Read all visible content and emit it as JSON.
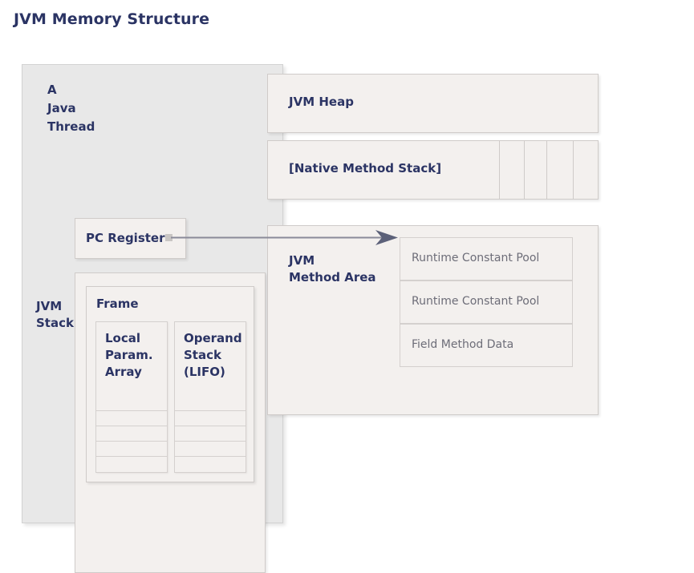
{
  "page": {
    "title": "JVM Memory Structure",
    "title_color": "#2b3464",
    "background": "#ffffff",
    "panel_color": "#e8e8e8",
    "box_color": "#f3f0ee",
    "border_color": "#cfcbc9",
    "muted_text_color": "#6d6d78"
  },
  "thread_panel": {
    "title": "A\nJava\nThread",
    "pc_register": {
      "label": "PC Register"
    },
    "jvm_stack": {
      "label": "JVM\nStack",
      "frame": {
        "label": "Frame",
        "columns": [
          {
            "label": "Local\nParam.\nArray",
            "empty_rows": 4
          },
          {
            "label": "Operand\nStack\n(LIFO)",
            "empty_rows": 4
          }
        ]
      }
    }
  },
  "runtime_areas": {
    "heap": {
      "label": "JVM Heap"
    },
    "native_method_stack": {
      "label": "[Native Method Stack]",
      "cells": 4
    },
    "method_area": {
      "label": "JVM\nMethod Area",
      "items": [
        "Runtime Constant Pool",
        "Runtime Constant Pool",
        "Field Method Data"
      ]
    }
  },
  "connector": {
    "from": "frame",
    "to": "runtime-constant-pool",
    "color": "#8a8a99"
  }
}
